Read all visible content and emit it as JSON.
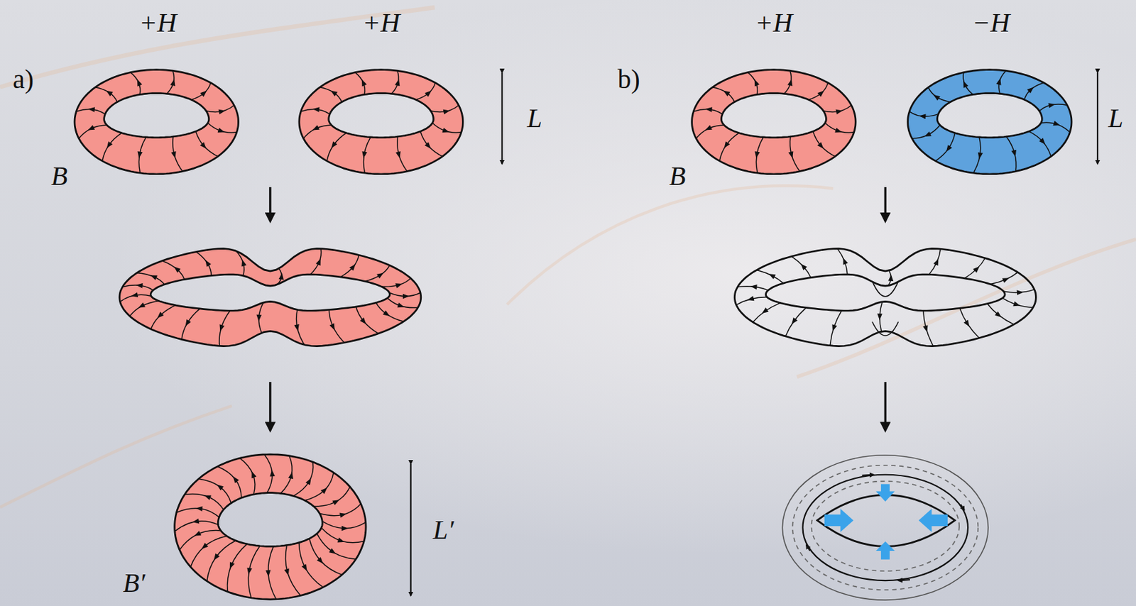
{
  "diagram": {
    "labels": [
      "+H",
      "+H",
      "+H",
      "−H",
      "a)",
      "L",
      "b)",
      "L",
      "B",
      "B",
      "L′",
      "B′"
    ]
  }
}
